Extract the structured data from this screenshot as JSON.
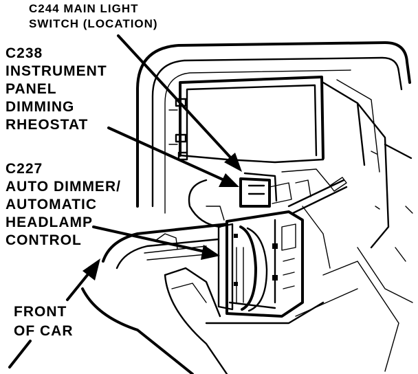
{
  "callouts": {
    "c244": {
      "line1": "C244 MAIN LIGHT",
      "line2": "SWITCH (LOCATION)"
    },
    "c238": {
      "line1": "C238",
      "line2": "INSTRUMENT",
      "line3": "PANEL",
      "line4": "DIMMING",
      "line5": "RHEOSTAT"
    },
    "c227": {
      "line1": "C227",
      "line2": "AUTO DIMMER/",
      "line3": "AUTOMATIC",
      "line4": "HEADLAMP",
      "line5": "CONTROL"
    }
  },
  "orientation": {
    "line1": "FRONT",
    "line2": "OF CAR"
  },
  "colors": {
    "ink": "#000000",
    "background": "#ffffff"
  }
}
